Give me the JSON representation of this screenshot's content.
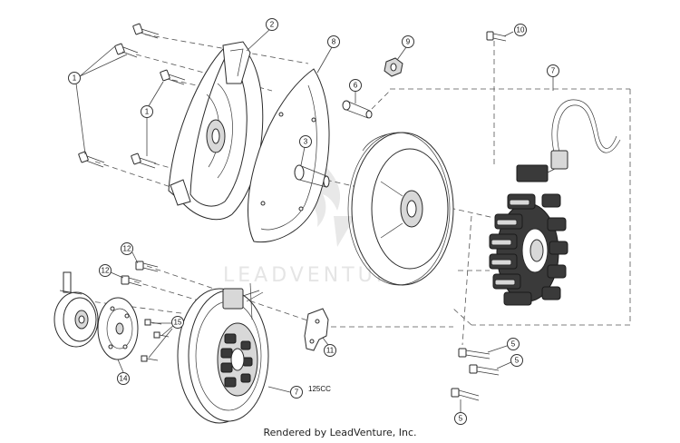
{
  "diagram": {
    "callouts": [
      {
        "id": "c1a",
        "label": "1"
      },
      {
        "id": "c1b",
        "label": "1"
      },
      {
        "id": "c2",
        "label": "2"
      },
      {
        "id": "c3",
        "label": "3"
      },
      {
        "id": "c5a",
        "label": "5"
      },
      {
        "id": "c5b",
        "label": "5"
      },
      {
        "id": "c5c",
        "label": "5"
      },
      {
        "id": "c6",
        "label": "6"
      },
      {
        "id": "c7a",
        "label": "7"
      },
      {
        "id": "c7b",
        "label": "7"
      },
      {
        "id": "c8",
        "label": "8"
      },
      {
        "id": "c9",
        "label": "9"
      },
      {
        "id": "c10",
        "label": "10"
      },
      {
        "id": "c11",
        "label": "11"
      },
      {
        "id": "c12a",
        "label": "12"
      },
      {
        "id": "c12b",
        "label": "12"
      },
      {
        "id": "c14",
        "label": "14"
      },
      {
        "id": "c15",
        "label": "15"
      }
    ],
    "variant_note": "125CC"
  },
  "watermark": {
    "text": "LEADVENTURE"
  },
  "footer": {
    "text": "Rendered by LeadVenture, Inc."
  }
}
